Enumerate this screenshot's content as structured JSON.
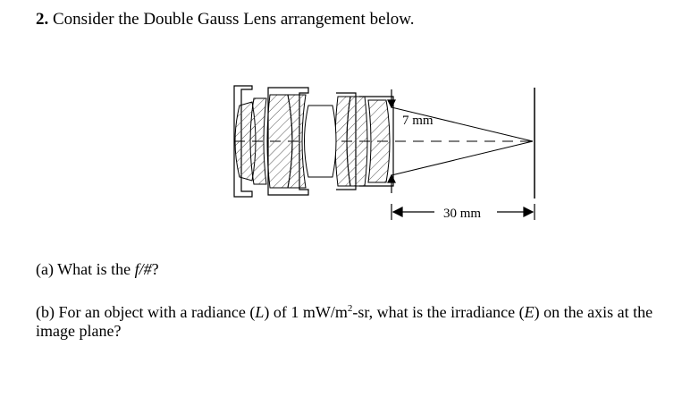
{
  "question": {
    "number": "2.",
    "title": "Consider the Double Gauss Lens arrangement below."
  },
  "diagram": {
    "aperture_label": "7 mm",
    "distance_label": "30 mm"
  },
  "part_a": {
    "prefix": "(a) What is the ",
    "fnum": "f/#",
    "suffix": "?"
  },
  "part_b": {
    "prefix": "(b) For an object with a radiance (",
    "L": "L",
    "mid1": ") of 1 mW/m",
    "sup": "2",
    "mid2": "-sr, what is the irradiance (",
    "E": "E",
    "suffix": ") on the axis at the image plane?"
  }
}
